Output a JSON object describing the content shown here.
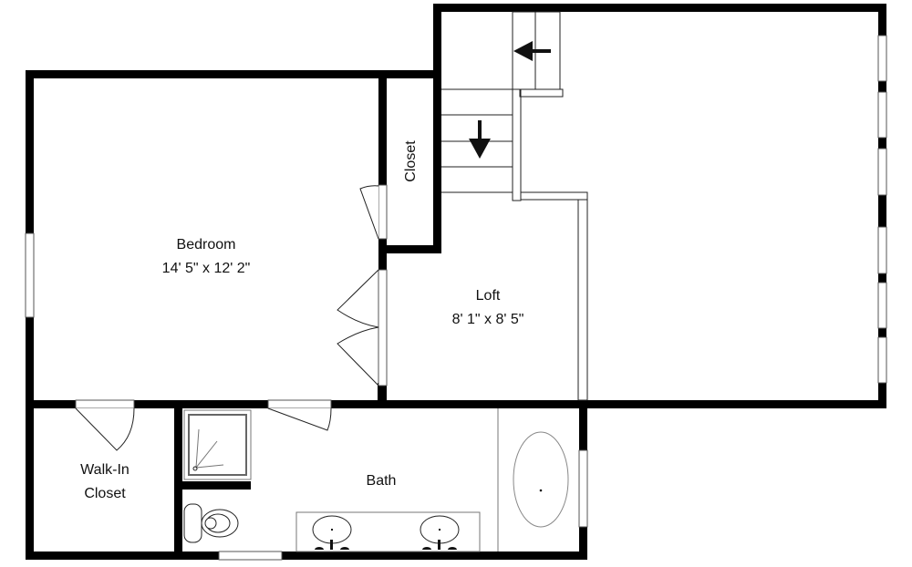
{
  "floor_plan": {
    "rooms": [
      {
        "id": "bedroom",
        "name": "Bedroom",
        "dimensions": "14' 5\" x 12' 2\""
      },
      {
        "id": "loft",
        "name": "Loft",
        "dimensions": "8' 1\" x 8' 5\""
      },
      {
        "id": "closet",
        "name": "Closet"
      },
      {
        "id": "walk-in-closet",
        "name_line1": "Walk-In",
        "name_line2": "Closet"
      },
      {
        "id": "bath",
        "name": "Bath"
      }
    ],
    "stairs": {
      "upper_arrow": "left",
      "lower_arrow": "down"
    },
    "colors": {
      "wall": "#000000",
      "background": "#ffffff",
      "fixture_line": "#222222"
    }
  }
}
